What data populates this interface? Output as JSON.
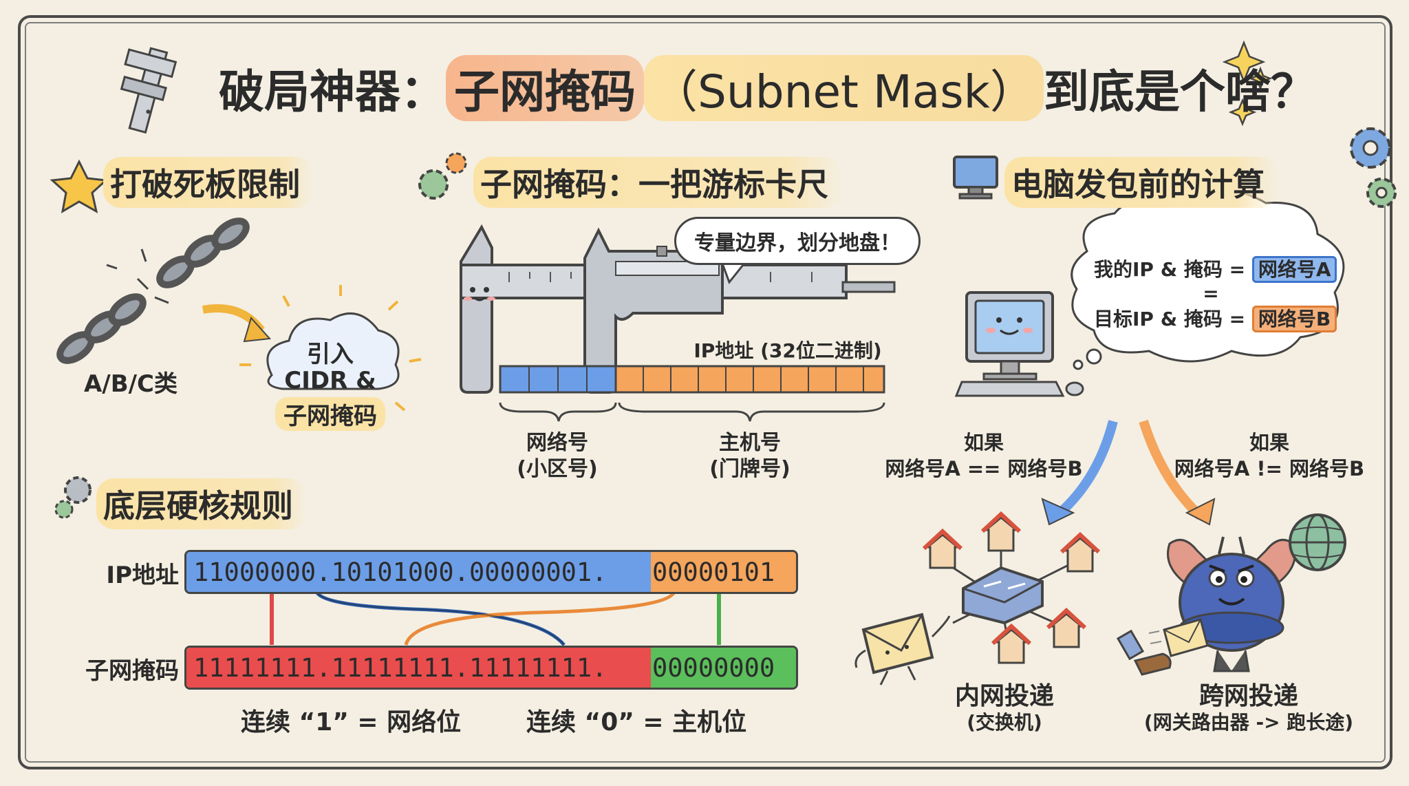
{
  "title": {
    "prefix": "破局神器：",
    "highlight": "子网掩码",
    "english": "（Subnet Mask）",
    "suffix": "到底是个啥？"
  },
  "section_breaking": {
    "heading": "打破死板限制",
    "old_label": "A/B/C类",
    "new_label_line1": "引入",
    "new_label_line2": "CIDR &",
    "new_label_line3": "子网掩码"
  },
  "section_caliper": {
    "heading": "子网掩码：一把游标卡尺",
    "speech": "专量边界，划分地盘！",
    "ip_label": "IP地址 (32位二进制)",
    "network_label": "网络号",
    "network_sub": "(小区号)",
    "host_label": "主机号",
    "host_sub": "(门牌号)"
  },
  "section_rules": {
    "heading": "底层硬核规则",
    "ip_row_label": "IP地址",
    "ip_network_bits": "11000000.10101000.00000001.",
    "ip_host_bits": "00000101",
    "mask_row_label": "子网掩码",
    "mask_network_bits": "11111111.11111111.11111111.",
    "mask_host_bits": "00000000",
    "ones_caption": "连续 “1” = 网络位",
    "zeros_caption": "连续 “0” = 主机位"
  },
  "section_computer": {
    "heading": "电脑发包前的计算",
    "thought_line1_prefix": "我的IP & 掩码 = ",
    "thought_line1_tag": "网络号A",
    "thought_equals": "=",
    "thought_line2_prefix": "目标IP & 掩码 = ",
    "thought_line2_tag": "网络号B",
    "if_same_line1": "如果",
    "if_same_line2": "网络号A == 网络号B",
    "if_diff_line1": "如果",
    "if_diff_line2": "网络号A != 网络号B",
    "lan_title": "内网投递",
    "lan_sub": "(交换机)",
    "wan_title": "跨网投递",
    "wan_sub": "(网关路由器 -> 跑长途)"
  },
  "colors": {
    "blue": "#6c9ee8",
    "orange": "#f5a55c",
    "red": "#ea4d4d",
    "green": "#5bbf5b",
    "highlight_yellow": "#fbe3a6"
  },
  "icons": [
    "caliper-icon",
    "sparkle-icon",
    "star-icon",
    "gear-icon",
    "monitor-icon",
    "broken-chain-icon",
    "cloud-icon",
    "computer-icon",
    "switch-icon",
    "house-icon",
    "envelope-icon",
    "router-robot-icon",
    "globe-icon",
    "boot-icon"
  ]
}
